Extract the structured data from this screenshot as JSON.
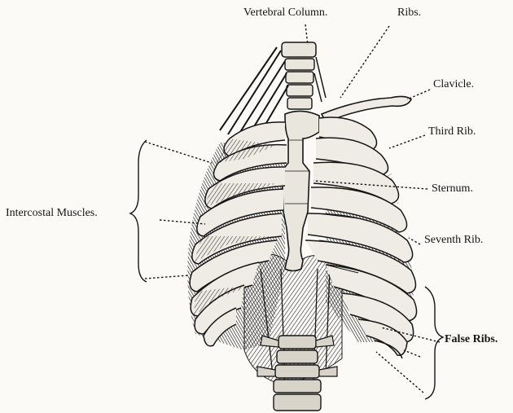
{
  "labels": {
    "vertebral_column": "Vertebral Column.",
    "ribs": "Ribs.",
    "clavicle": "Clavicle.",
    "third_rib": "Third Rib.",
    "sternum": "Sternum.",
    "seventh_rib": "Seventh Rib.",
    "intercostal_muscles": "Intercostal Muscles.",
    "false_ribs": "False Ribs."
  },
  "colors": {
    "ink": "#151515",
    "bone": "#e9e6de",
    "paper": "#fbfaf7",
    "shadow": "#3a3a3a"
  }
}
